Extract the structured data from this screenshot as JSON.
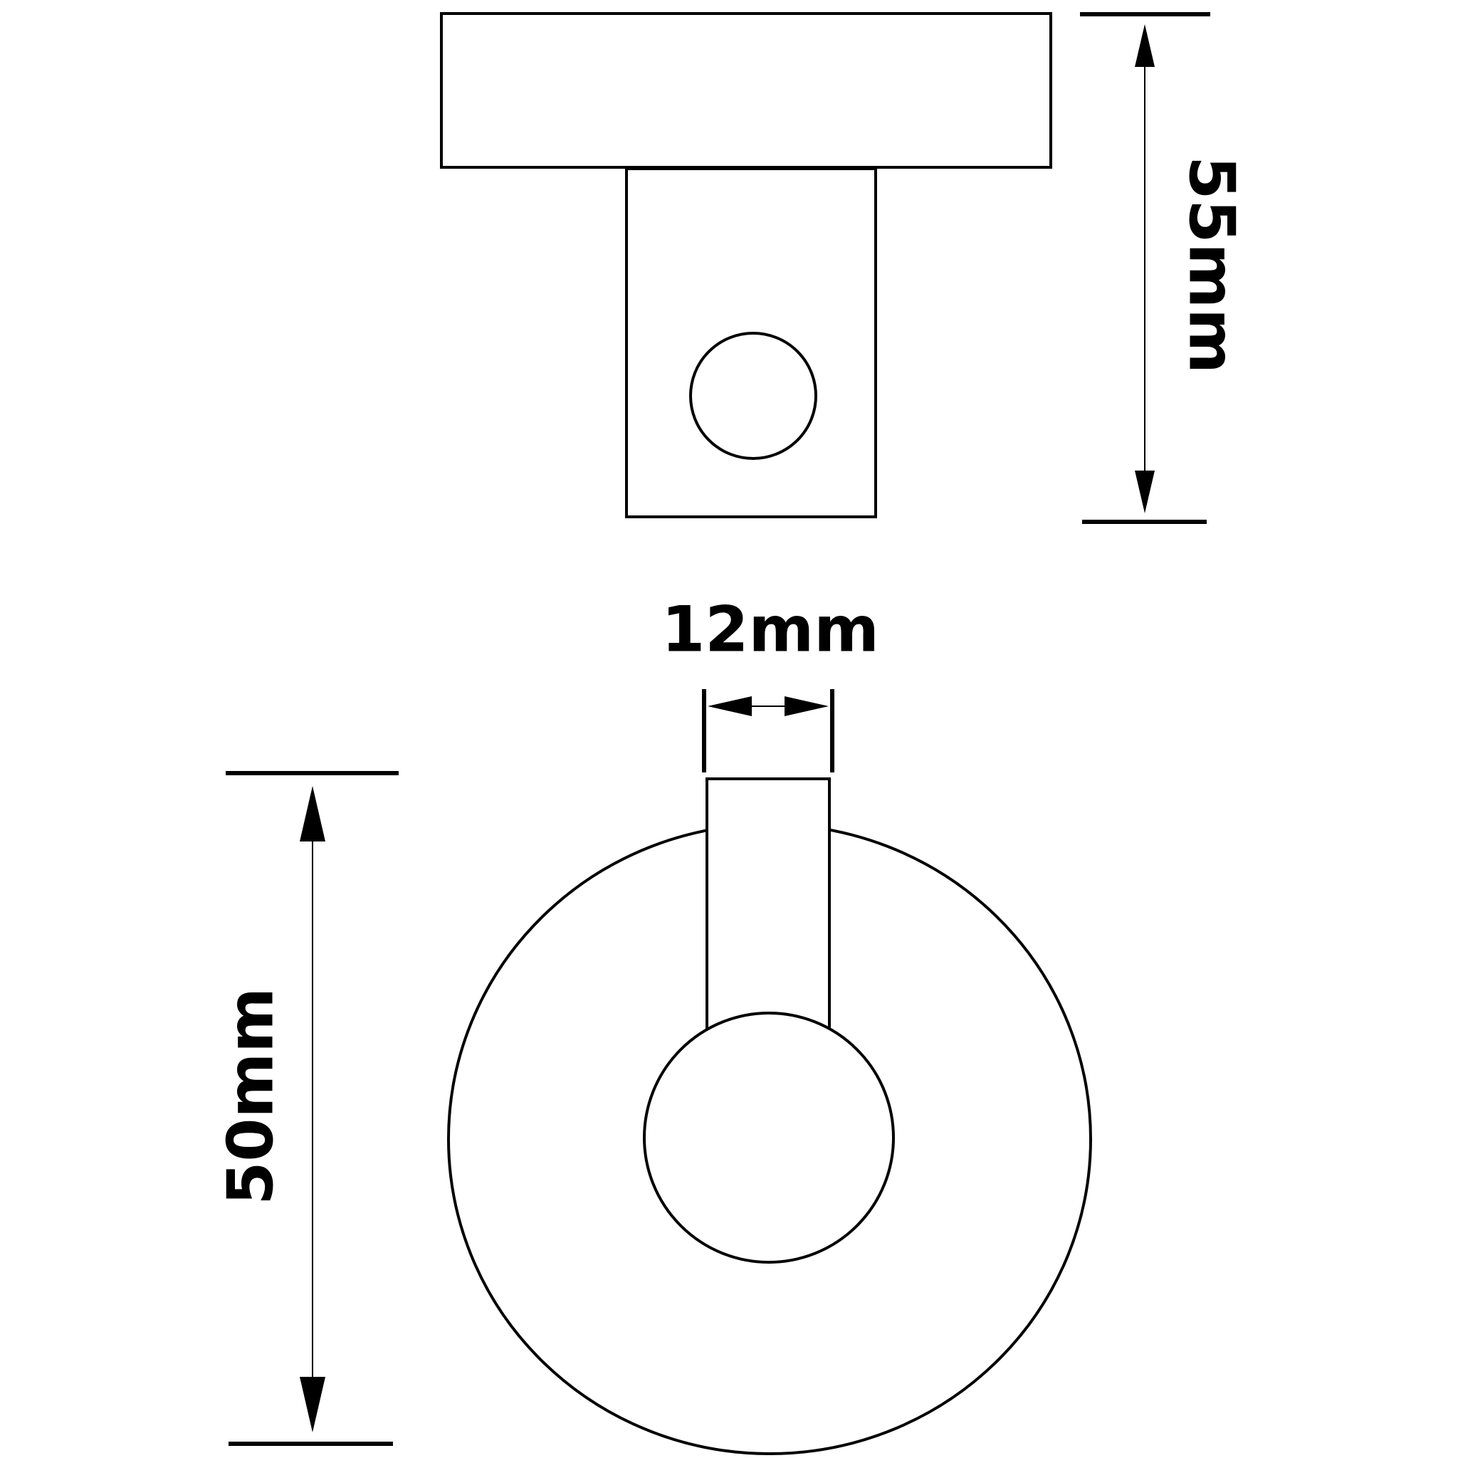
{
  "colors": {
    "ink": "#000000",
    "background": "#ffffff"
  },
  "dimensions": {
    "depth": {
      "label": "55mm"
    },
    "width": {
      "label": "12mm"
    },
    "diameter": {
      "label": "50mm"
    }
  }
}
